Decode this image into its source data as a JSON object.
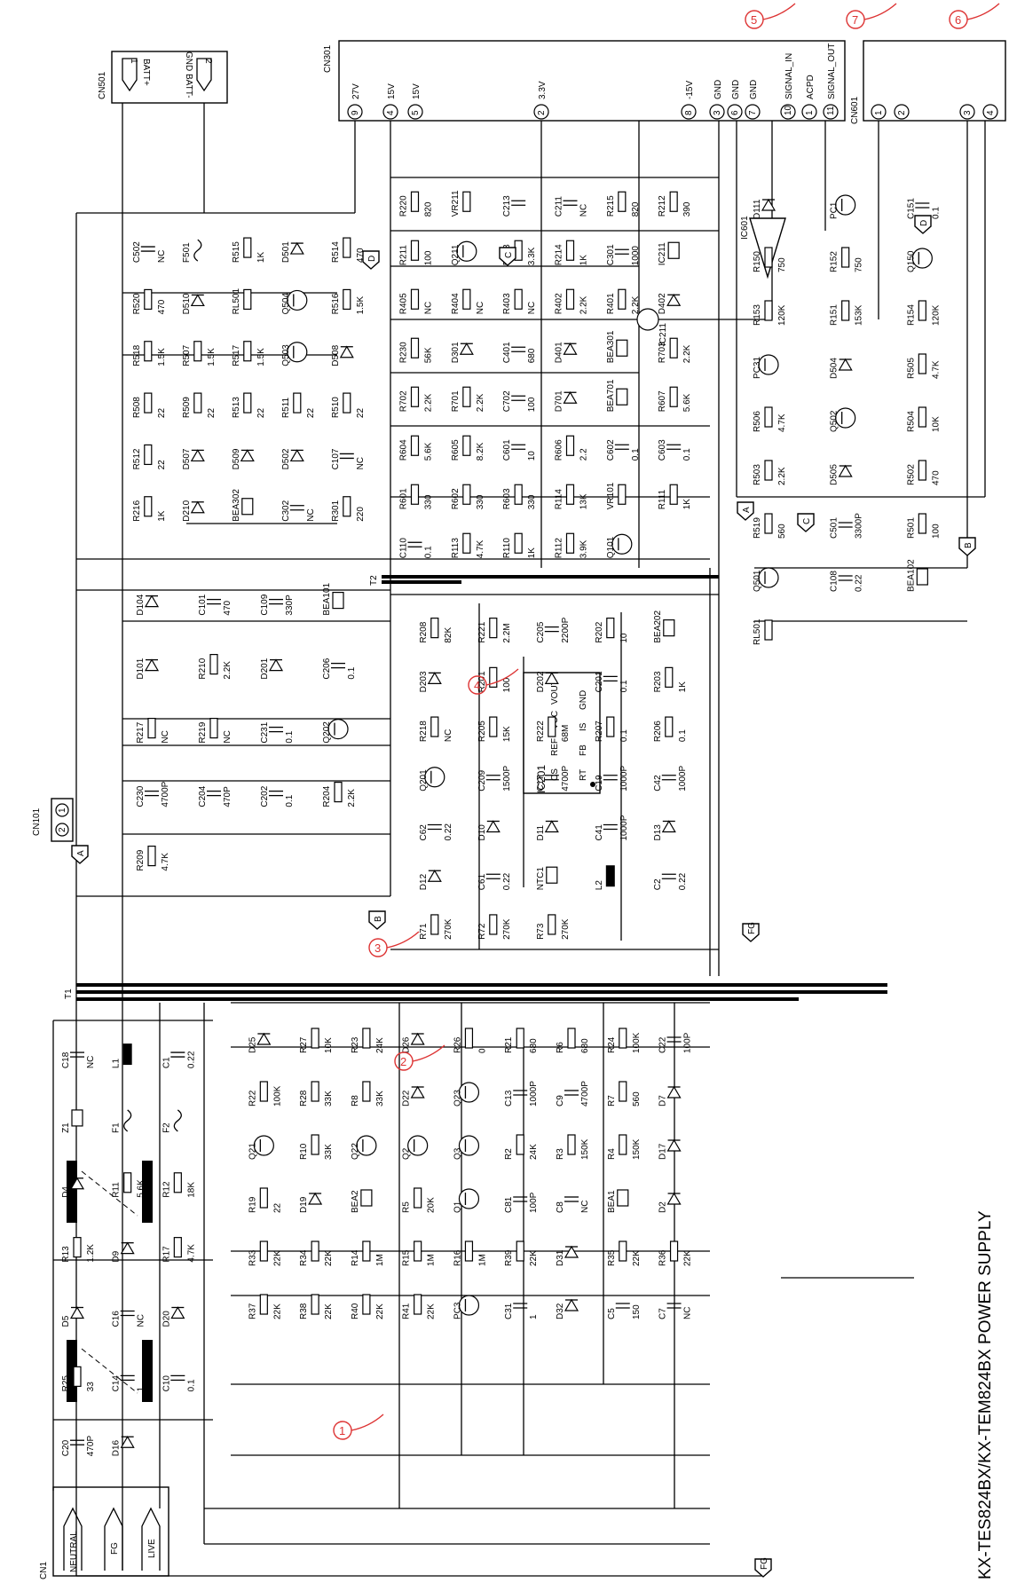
{
  "title": "KX-TES824BX/KX-TEM824BX POWER SUPPLY",
  "connectors": {
    "cn301": {
      "name": "CN301",
      "pins": [
        {
          "num": "9",
          "label": "27V"
        },
        {
          "num": "4",
          "label": "15V"
        },
        {
          "num": "5",
          "label": "15V"
        },
        {
          "num": "2",
          "label": "3.3V"
        },
        {
          "num": "8",
          "label": "-15V"
        },
        {
          "num": "3",
          "label": "GND"
        },
        {
          "num": "6",
          "label": "GND"
        },
        {
          "num": "7",
          "label": "GND"
        },
        {
          "num": "10",
          "label": "SIGNAL_IN"
        },
        {
          "num": "1",
          "label": "ACPD"
        },
        {
          "num": "11",
          "label": "SIGNAL_OUT"
        }
      ]
    },
    "cn601": {
      "name": "CN601",
      "pins": [
        "1",
        "2",
        "3",
        "4"
      ]
    },
    "cn501": {
      "name": "CN501",
      "pins": [
        {
          "num": "1",
          "label": "BATT+"
        },
        {
          "num": "2",
          "label": "GND BATT-"
        }
      ]
    },
    "cn101": {
      "name": "CN101",
      "pins": [
        "1",
        "2"
      ]
    },
    "cn1": {
      "name": "CN1",
      "pins": [
        "NEUTRAL",
        "FG",
        "LIVE"
      ]
    }
  },
  "callouts": [
    "1",
    "2",
    "3",
    "4",
    "5",
    "6",
    "7"
  ],
  "net_tags": [
    "A",
    "B",
    "C",
    "D",
    "FG"
  ],
  "transformers": [
    "T1",
    "T2"
  ],
  "ics": {
    "ic201": {
      "name": "IC201",
      "pins": [
        "CS",
        "REF",
        "VCC",
        "VOUT",
        "RT",
        "FB",
        "IS",
        "GND"
      ]
    },
    "ic601": "IC601",
    "ic211": "IC211"
  },
  "components": [
    {
      "ref": "C502",
      "val": "NC"
    },
    {
      "ref": "F501",
      "val": ""
    },
    {
      "ref": "R515",
      "val": "1K"
    },
    {
      "ref": "D501",
      "val": ""
    },
    {
      "ref": "R514",
      "val": "470"
    },
    {
      "ref": "R520",
      "val": "470"
    },
    {
      "ref": "D510",
      "val": ""
    },
    {
      "ref": "RL501",
      "val": ""
    },
    {
      "ref": "Q504",
      "val": ""
    },
    {
      "ref": "R516",
      "val": "1.5K"
    },
    {
      "ref": "R518",
      "val": "1.5K"
    },
    {
      "ref": "R507",
      "val": "1.5K"
    },
    {
      "ref": "R517",
      "val": "1.5K"
    },
    {
      "ref": "Q503",
      "val": ""
    },
    {
      "ref": "D508",
      "val": ""
    },
    {
      "ref": "R508",
      "val": "22"
    },
    {
      "ref": "R509",
      "val": "22"
    },
    {
      "ref": "R513",
      "val": "22"
    },
    {
      "ref": "R511",
      "val": "22"
    },
    {
      "ref": "R510",
      "val": "22"
    },
    {
      "ref": "R512",
      "val": "22"
    },
    {
      "ref": "D507",
      "val": ""
    },
    {
      "ref": "D509",
      "val": ""
    },
    {
      "ref": "D502",
      "val": ""
    },
    {
      "ref": "C107",
      "val": "NC"
    },
    {
      "ref": "R216",
      "val": "1K"
    },
    {
      "ref": "D210",
      "val": ""
    },
    {
      "ref": "BEA302",
      "val": ""
    },
    {
      "ref": "C302",
      "val": "NC"
    },
    {
      "ref": "R301",
      "val": "220"
    },
    {
      "ref": "R220",
      "val": "820"
    },
    {
      "ref": "VR211",
      "val": ""
    },
    {
      "ref": "C213",
      "val": ""
    },
    {
      "ref": "C211",
      "val": "NC"
    },
    {
      "ref": "R215",
      "val": "820"
    },
    {
      "ref": "R212",
      "val": "390"
    },
    {
      "ref": "R211",
      "val": "100"
    },
    {
      "ref": "Q211",
      "val": ""
    },
    {
      "ref": "R213",
      "val": "3.3K"
    },
    {
      "ref": "R214",
      "val": "1K"
    },
    {
      "ref": "C301",
      "val": "1000"
    },
    {
      "ref": "IC211",
      "val": ""
    },
    {
      "ref": "R405",
      "val": "NC"
    },
    {
      "ref": "R404",
      "val": "NC"
    },
    {
      "ref": "R403",
      "val": "NC"
    },
    {
      "ref": "R402",
      "val": "2.2K"
    },
    {
      "ref": "R401",
      "val": "2.2K"
    },
    {
      "ref": "D402",
      "val": ""
    },
    {
      "ref": "R230",
      "val": "56K"
    },
    {
      "ref": "D301",
      "val": ""
    },
    {
      "ref": "C401",
      "val": "680"
    },
    {
      "ref": "D401",
      "val": ""
    },
    {
      "ref": "BEA301",
      "val": ""
    },
    {
      "ref": "R703",
      "val": "2.2K"
    },
    {
      "ref": "R702",
      "val": "2.2K"
    },
    {
      "ref": "R701",
      "val": "2.2K"
    },
    {
      "ref": "C702",
      "val": "100"
    },
    {
      "ref": "D701",
      "val": ""
    },
    {
      "ref": "BEA701",
      "val": ""
    },
    {
      "ref": "R607",
      "val": "5.6K"
    },
    {
      "ref": "R604",
      "val": "5.6K"
    },
    {
      "ref": "R605",
      "val": "8.2K"
    },
    {
      "ref": "C601",
      "val": "10"
    },
    {
      "ref": "R606",
      "val": "2.2"
    },
    {
      "ref": "C602",
      "val": "0.1"
    },
    {
      "ref": "C603",
      "val": "0.1"
    },
    {
      "ref": "R601",
      "val": "330"
    },
    {
      "ref": "R602",
      "val": "330"
    },
    {
      "ref": "R603",
      "val": "330"
    },
    {
      "ref": "R114",
      "val": "13K"
    },
    {
      "ref": "VR101",
      "val": ""
    },
    {
      "ref": "R111",
      "val": "1K"
    },
    {
      "ref": "C110",
      "val": "0.1"
    },
    {
      "ref": "R113",
      "val": "4.7K"
    },
    {
      "ref": "R110",
      "val": "1K"
    },
    {
      "ref": "R112",
      "val": "3.9K"
    },
    {
      "ref": "Q101",
      "val": ""
    },
    {
      "ref": "D111",
      "val": ""
    },
    {
      "ref": "PC1",
      "val": ""
    },
    {
      "ref": "C151",
      "val": "0.1"
    },
    {
      "ref": "R150",
      "val": "750"
    },
    {
      "ref": "R152",
      "val": "750"
    },
    {
      "ref": "Q150",
      "val": ""
    },
    {
      "ref": "R153",
      "val": "120K"
    },
    {
      "ref": "R151",
      "val": "153K"
    },
    {
      "ref": "R154",
      "val": "120K"
    },
    {
      "ref": "PC31",
      "val": ""
    },
    {
      "ref": "D504",
      "val": ""
    },
    {
      "ref": "R505",
      "val": "4.7K"
    },
    {
      "ref": "R506",
      "val": "4.7K"
    },
    {
      "ref": "Q502",
      "val": ""
    },
    {
      "ref": "R504",
      "val": "10K"
    },
    {
      "ref": "R503",
      "val": "2.2K"
    },
    {
      "ref": "D505",
      "val": ""
    },
    {
      "ref": "R502",
      "val": "470"
    },
    {
      "ref": "R519",
      "val": "560"
    },
    {
      "ref": "C501",
      "val": "3300P"
    },
    {
      "ref": "R501",
      "val": "100"
    },
    {
      "ref": "Q501",
      "val": ""
    },
    {
      "ref": "C108",
      "val": "0.22"
    },
    {
      "ref": "BEA102",
      "val": ""
    },
    {
      "ref": "RL501",
      "val": ""
    },
    {
      "ref": "D104",
      "val": ""
    },
    {
      "ref": "C101",
      "val": "470"
    },
    {
      "ref": "C109",
      "val": "330P"
    },
    {
      "ref": "BEA101",
      "val": ""
    },
    {
      "ref": "D101",
      "val": ""
    },
    {
      "ref": "R210",
      "val": "2.2K"
    },
    {
      "ref": "D201",
      "val": ""
    },
    {
      "ref": "C206",
      "val": "0.1"
    },
    {
      "ref": "R217",
      "val": "NC"
    },
    {
      "ref": "R219",
      "val": "NC"
    },
    {
      "ref": "C231",
      "val": "0.1"
    },
    {
      "ref": "Q202",
      "val": ""
    },
    {
      "ref": "C230",
      "val": "4700P"
    },
    {
      "ref": "C204",
      "val": "470P"
    },
    {
      "ref": "C202",
      "val": "0.1"
    },
    {
      "ref": "R204",
      "val": "2.2K"
    },
    {
      "ref": "R209",
      "val": "4.7K"
    },
    {
      "ref": "R208",
      "val": "82K"
    },
    {
      "ref": "R221",
      "val": "2.2M"
    },
    {
      "ref": "C205",
      "val": "2200P"
    },
    {
      "ref": "R202",
      "val": "10"
    },
    {
      "ref": "BEA202",
      "val": ""
    },
    {
      "ref": "D203",
      "val": ""
    },
    {
      "ref": "R201",
      "val": "100"
    },
    {
      "ref": "D202",
      "val": ""
    },
    {
      "ref": "C201",
      "val": "0.1"
    },
    {
      "ref": "R203",
      "val": "1K"
    },
    {
      "ref": "R218",
      "val": "NC"
    },
    {
      "ref": "R205",
      "val": "15K"
    },
    {
      "ref": "R222",
      "val": "68M"
    },
    {
      "ref": "R207",
      "val": "0.1"
    },
    {
      "ref": "R206",
      "val": "0.1"
    },
    {
      "ref": "Q201",
      "val": ""
    },
    {
      "ref": "C209",
      "val": "1500P"
    },
    {
      "ref": "C17",
      "val": "4700P"
    },
    {
      "ref": "C19",
      "val": "1000P"
    },
    {
      "ref": "C42",
      "val": "1000P"
    },
    {
      "ref": "C62",
      "val": "0.22"
    },
    {
      "ref": "D10",
      "val": ""
    },
    {
      "ref": "D11",
      "val": ""
    },
    {
      "ref": "C41",
      "val": "1000P"
    },
    {
      "ref": "D13",
      "val": ""
    },
    {
      "ref": "D12",
      "val": ""
    },
    {
      "ref": "C61",
      "val": "0.22"
    },
    {
      "ref": "NTC1",
      "val": ""
    },
    {
      "ref": "L2",
      "val": ""
    },
    {
      "ref": "C2",
      "val": "0.22"
    },
    {
      "ref": "R71",
      "val": "270K"
    },
    {
      "ref": "R72",
      "val": "270K"
    },
    {
      "ref": "R73",
      "val": "270K"
    },
    {
      "ref": "C18",
      "val": "NC"
    },
    {
      "ref": "L1",
      "val": ""
    },
    {
      "ref": "C1",
      "val": "0.22"
    },
    {
      "ref": "Z1",
      "val": ""
    },
    {
      "ref": "F1",
      "val": ""
    },
    {
      "ref": "F2",
      "val": ""
    },
    {
      "ref": "D4",
      "val": ""
    },
    {
      "ref": "R11",
      "val": "5.6K"
    },
    {
      "ref": "R12",
      "val": "18K"
    },
    {
      "ref": "R13",
      "val": "1.2K"
    },
    {
      "ref": "D9",
      "val": ""
    },
    {
      "ref": "R17",
      "val": "4.7K"
    },
    {
      "ref": "D5",
      "val": ""
    },
    {
      "ref": "C16",
      "val": "NC"
    },
    {
      "ref": "D20",
      "val": ""
    },
    {
      "ref": "R25",
      "val": "33"
    },
    {
      "ref": "C14",
      "val": "1"
    },
    {
      "ref": "C10",
      "val": "0.1"
    },
    {
      "ref": "C20",
      "val": "470P"
    },
    {
      "ref": "D16",
      "val": ""
    },
    {
      "ref": "D25",
      "val": ""
    },
    {
      "ref": "R27",
      "val": "10K"
    },
    {
      "ref": "R23",
      "val": "24K"
    },
    {
      "ref": "D26",
      "val": ""
    },
    {
      "ref": "R26",
      "val": "0"
    },
    {
      "ref": "R21",
      "val": "680"
    },
    {
      "ref": "R6",
      "val": "680"
    },
    {
      "ref": "R24",
      "val": "100K"
    },
    {
      "ref": "C22",
      "val": "100P"
    },
    {
      "ref": "R22",
      "val": "100K"
    },
    {
      "ref": "R28",
      "val": "33K"
    },
    {
      "ref": "R8",
      "val": "33K"
    },
    {
      "ref": "D22",
      "val": ""
    },
    {
      "ref": "Q23",
      "val": ""
    },
    {
      "ref": "C13",
      "val": "1000P"
    },
    {
      "ref": "C9",
      "val": "4700P"
    },
    {
      "ref": "R7",
      "val": "560"
    },
    {
      "ref": "D7",
      "val": ""
    },
    {
      "ref": "Q21",
      "val": ""
    },
    {
      "ref": "R10",
      "val": "33K"
    },
    {
      "ref": "Q22",
      "val": ""
    },
    {
      "ref": "Q2",
      "val": ""
    },
    {
      "ref": "Q3",
      "val": ""
    },
    {
      "ref": "R2",
      "val": "24K"
    },
    {
      "ref": "R3",
      "val": "150K"
    },
    {
      "ref": "R4",
      "val": "150K"
    },
    {
      "ref": "D17",
      "val": ""
    },
    {
      "ref": "R19",
      "val": "22"
    },
    {
      "ref": "D19",
      "val": ""
    },
    {
      "ref": "BEA2",
      "val": ""
    },
    {
      "ref": "R5",
      "val": "20K"
    },
    {
      "ref": "Q1",
      "val": ""
    },
    {
      "ref": "C81",
      "val": "100P"
    },
    {
      "ref": "C8",
      "val": "NC"
    },
    {
      "ref": "BEA1",
      "val": ""
    },
    {
      "ref": "D2",
      "val": ""
    },
    {
      "ref": "R33",
      "val": "22K"
    },
    {
      "ref": "R34",
      "val": "22K"
    },
    {
      "ref": "R14",
      "val": "1M"
    },
    {
      "ref": "R15",
      "val": "1M"
    },
    {
      "ref": "R16",
      "val": "1M"
    },
    {
      "ref": "R39",
      "val": "22K"
    },
    {
      "ref": "D31",
      "val": ""
    },
    {
      "ref": "R35",
      "val": "22K"
    },
    {
      "ref": "R36",
      "val": "22K"
    },
    {
      "ref": "R37",
      "val": "22K"
    },
    {
      "ref": "R38",
      "val": "22K"
    },
    {
      "ref": "R40",
      "val": "22K"
    },
    {
      "ref": "R41",
      "val": "22K"
    },
    {
      "ref": "PC3",
      "val": ""
    },
    {
      "ref": "C31",
      "val": "1"
    },
    {
      "ref": "D32",
      "val": ""
    },
    {
      "ref": "C5",
      "val": "150"
    },
    {
      "ref": "C7",
      "val": "NC"
    }
  ]
}
